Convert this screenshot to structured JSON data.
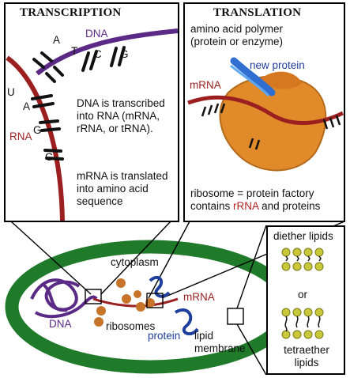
{
  "transcription": {
    "title": "TRANSCRIPTION",
    "dna_label": "DNA",
    "rna_label": "RNA",
    "bases_top": [
      "A",
      "T",
      "C",
      "G"
    ],
    "bases_bottom": [
      "U",
      "A",
      "G",
      "C"
    ],
    "text1_lines": [
      "DNA is transcribed",
      "into RNA (mRNA,",
      "rRNA, or tRNA)."
    ],
    "text2_lines": [
      "mRNA is translated",
      "into amino acid",
      "sequence"
    ]
  },
  "translation": {
    "title": "TRANSLATION",
    "polymer_lines": [
      "amino acid polymer",
      "(protein or enzyme)"
    ],
    "new_protein_label": "new protein",
    "mrna_label": "mRNA",
    "ribosome_line1": "ribosome =  protein factory",
    "ribosome_line2_prefix": "contains ",
    "ribosome_line2_rrna": "rRNA",
    "ribosome_line2_suffix": " and proteins"
  },
  "lipids": {
    "diether": [
      "diether lipids"
    ],
    "or": "or",
    "tetraether": [
      "tetraether",
      "lipids"
    ]
  },
  "cell": {
    "cytoplasm": "cytoplasm",
    "mrna": "mRNA",
    "dna": "DNA",
    "ribosomes": "ribosomes",
    "protein": "protein",
    "membrane_lines": [
      "lipid",
      "membrane"
    ]
  },
  "colors": {
    "membrane": "#1f7a2a",
    "dna": "#5b2a86",
    "rna": "#9c1f1f",
    "protein": "#1f3f9c",
    "ribosome_body": "#e08a2a",
    "lipid_head": "#c8c83a"
  }
}
